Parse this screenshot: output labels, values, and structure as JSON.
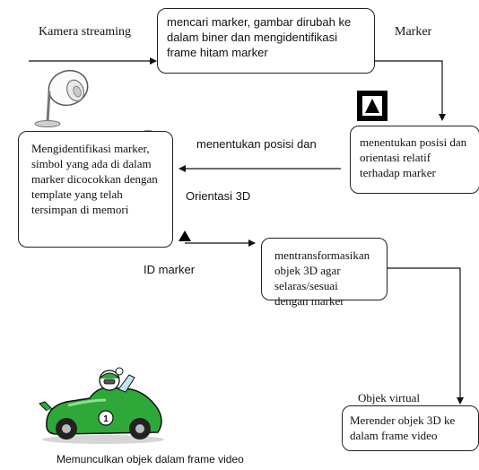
{
  "boxes": {
    "detect": "mencari marker, gambar dirubah ke dalam biner dan mengidentifikasi frame hitam marker",
    "pose": "menentukan posisi dan orientasi relatif terhadap marker",
    "identify": "Mengidentifikasi marker, simbol yang ada di dalam marker dicocokkan dengan template yang telah tersimpan di memori",
    "transform": "mentransformasikan objek 3D agar selaras/sesuai dengan marker",
    "render": "Merender objek 3D ke dalam frame video"
  },
  "labels": {
    "camera": "Kamera streaming",
    "marker": "Marker",
    "pose_line1": "menentukan posisi dan",
    "pose_line2": "Orientasi 3D",
    "id_marker": "ID marker",
    "virtual_object": "Objek virtual",
    "caption": "Memunculkan objek dalam frame video"
  },
  "car_number": "1",
  "colors": {
    "line": "#111111",
    "car_green": "#2fa83a",
    "car_dark": "#1a6b22"
  }
}
